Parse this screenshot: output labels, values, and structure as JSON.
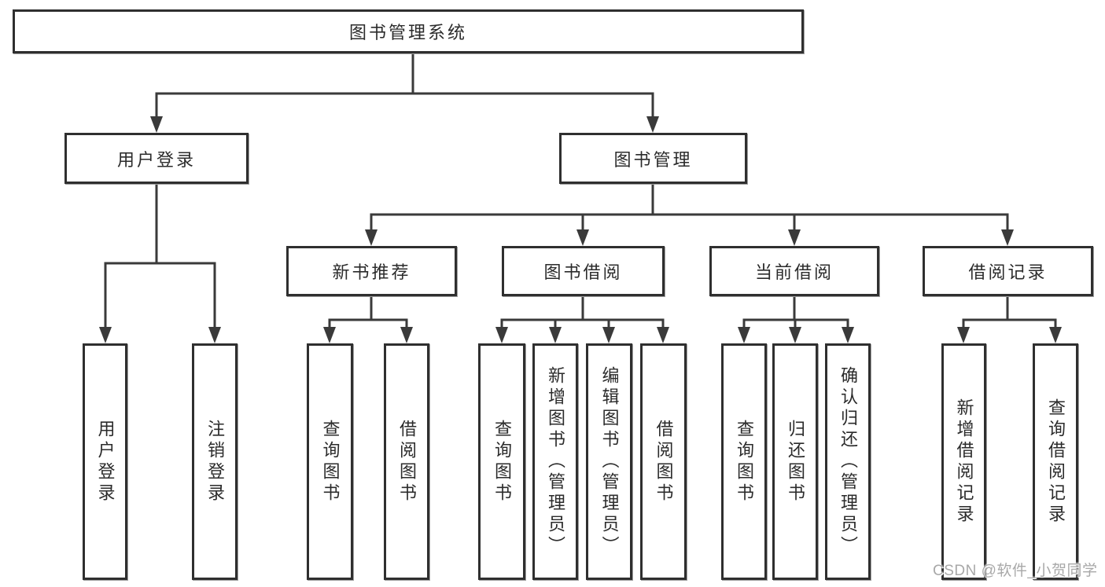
{
  "colors": {
    "background": "#ffffff",
    "line": "#3a3a3a",
    "box_border": "#2f2f2f",
    "text": "#2b2b2b",
    "watermark": "#a8a8a8"
  },
  "watermark": {
    "text": "CSDN @软件_小贺同学"
  },
  "nodes": {
    "root": "图书管理系统",
    "user_login": "用户登录",
    "book_management": "图书管理",
    "new_book_recommend": "新书推荐",
    "book_borrow": "图书借阅",
    "current_borrow": "当前借阅",
    "borrow_records": "借阅记录",
    "leaf_user_login": "用户登录",
    "leaf_logout_login": "注销登录",
    "leaf_recommend_query_book": "查询图书",
    "leaf_recommend_borrow_book": "借阅图书",
    "leaf_borrow_query_book": "查询图书",
    "leaf_borrow_add_book": "新增图书（管理员）",
    "leaf_borrow_edit_book": "编辑图书（管理员）",
    "leaf_borrow_borrow_book": "借阅图书",
    "leaf_current_query_book": "查询图书",
    "leaf_current_return_book": "归还图书",
    "leaf_current_confirm_return": "确认归还（管理员）",
    "leaf_records_add_record": "新增借阅记录",
    "leaf_records_query_record": "查询借阅记录"
  },
  "hierarchy": {
    "图书管理系统": [
      "用户登录",
      "图书管理"
    ],
    "用户登录": [
      "用户登录",
      "注销登录"
    ],
    "图书管理": [
      "新书推荐",
      "图书借阅",
      "当前借阅",
      "借阅记录"
    ],
    "新书推荐": [
      "查询图书",
      "借阅图书"
    ],
    "图书借阅": [
      "查询图书",
      "新增图书（管理员）",
      "编辑图书（管理员）",
      "借阅图书"
    ],
    "当前借阅": [
      "查询图书",
      "归还图书",
      "确认归还（管理员）"
    ],
    "借阅记录": [
      "新增借阅记录",
      "查询借阅记录"
    ]
  }
}
